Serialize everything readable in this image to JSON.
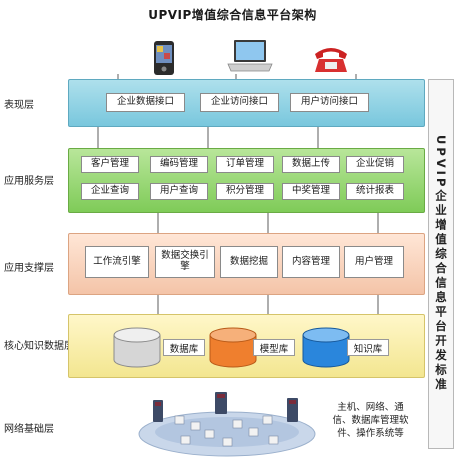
{
  "title": "UPVIP增值综合信息平台架构",
  "side_label": "UPVIP企业增值综合信息平台开发标准",
  "layers": {
    "presentation": {
      "label": "表现层",
      "items": [
        "企业数据接口",
        "企业访问接口",
        "用户访问接口"
      ]
    },
    "service": {
      "label": "应用服务层",
      "row1": [
        "客户管理",
        "编码管理",
        "订单管理",
        "数据上传",
        "企业促销"
      ],
      "row2": [
        "企业查询",
        "用户查询",
        "积分管理",
        "中奖管理",
        "统计报表"
      ]
    },
    "support": {
      "label": "应用支撑层",
      "items": [
        "工作流引擎",
        "数据交换引擎",
        "数据挖掘",
        "内容管理",
        "用户管理"
      ]
    },
    "knowledge": {
      "label": "核心知识数据层",
      "items": [
        "数据库",
        "模型库",
        "知识库"
      ]
    },
    "network": {
      "label": "网络基础层",
      "text": [
        "主机、网络、通",
        "信、数据库管理软",
        "件、操作系统等"
      ]
    }
  },
  "colors": {
    "presentation": "#8fd0e3",
    "service": "#94d46c",
    "support": "#f6cfb8",
    "knowledge": "#f7eba5",
    "db_gray": "#d8d8d8",
    "db_orange": "#f08a3c",
    "db_blue": "#2f8fe0"
  },
  "icons": [
    "mobile-phone-icon",
    "laptop-icon",
    "telephone-icon",
    "server-network-icon"
  ]
}
